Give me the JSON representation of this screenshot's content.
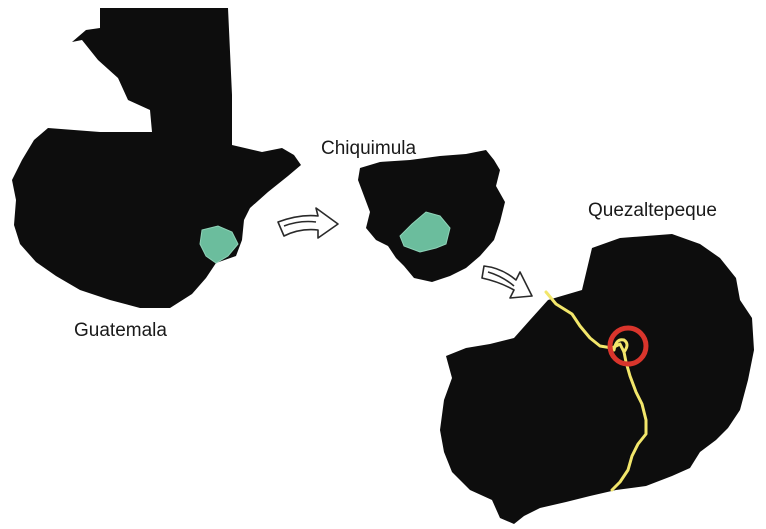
{
  "labels": {
    "country": "Guatemala",
    "department": "Chiquimula",
    "municipality": "Quezaltepeque"
  },
  "colors": {
    "region_fill": "#0d0d0d",
    "highlight_fill": "#6bbd9d",
    "highlight_stroke": "#8fd3b8",
    "road": "#f2e66b",
    "focus_circle": "#d9352c",
    "arrow_stroke": "#2a2a2a"
  },
  "icons": {
    "arrow_1": "hand-drawn-arrow-icon",
    "arrow_2": "hand-drawn-arrow-icon",
    "focus": "red-circle-marker-icon"
  }
}
